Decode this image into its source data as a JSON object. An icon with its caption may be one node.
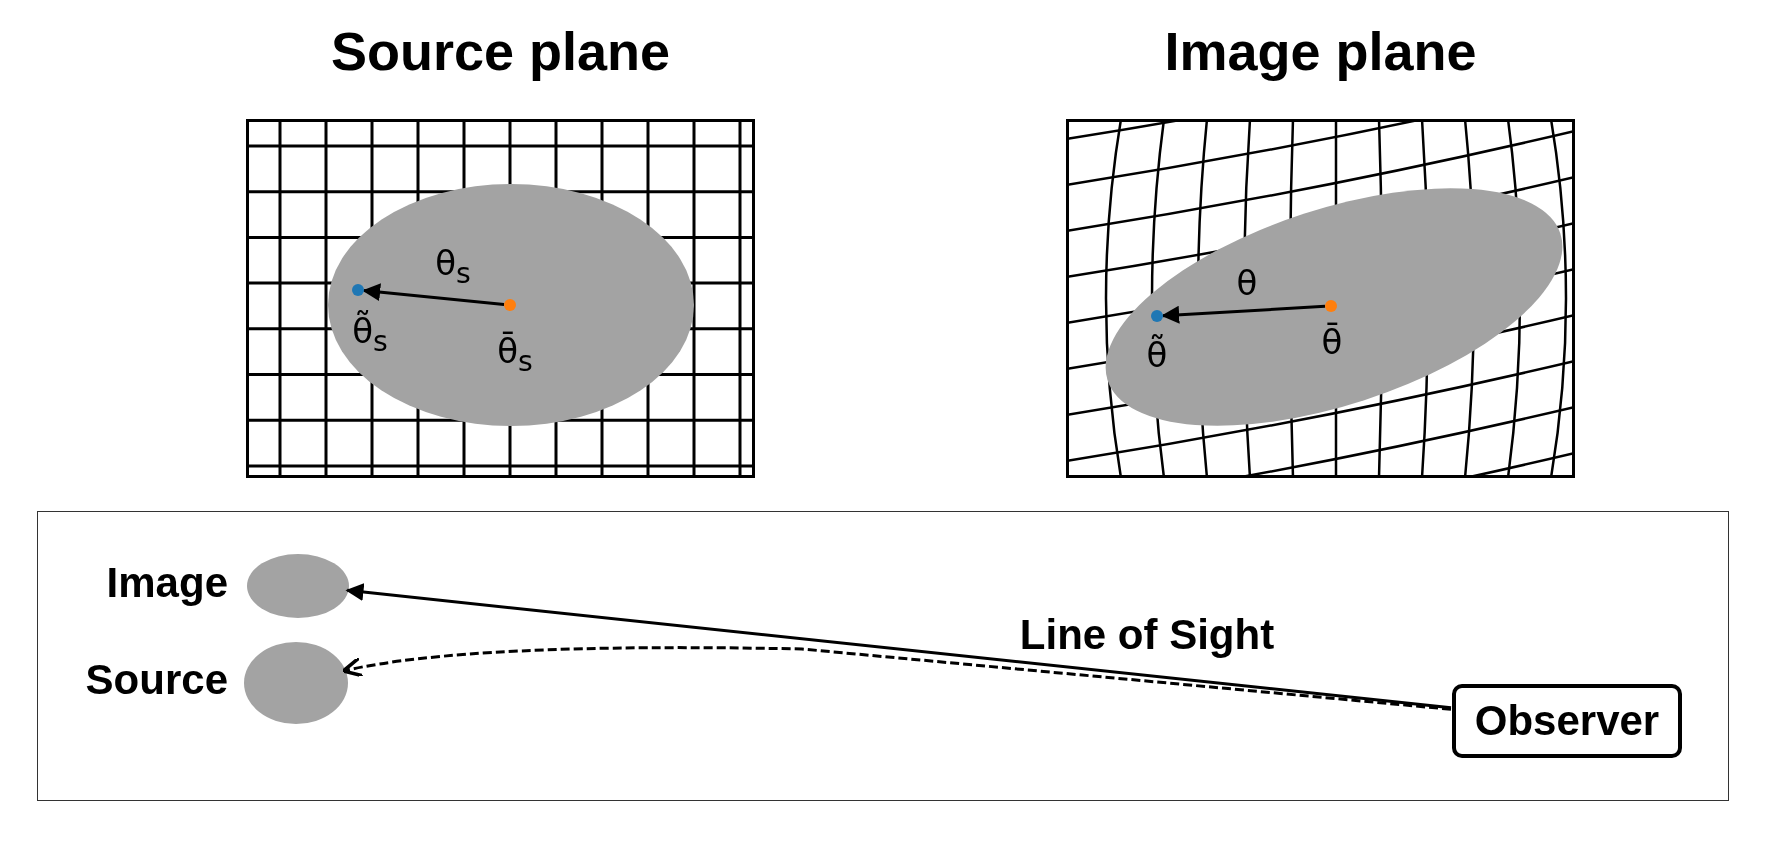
{
  "diagram": {
    "nodes": [
      {
        "text": [
          "Source plane"
        ]
      },
      {
        "text": [],
        "shape": "circle",
        "beside": [
          "θ̃$_{s}$"
        ],
        "in": 0
      },
      {
        "text": [],
        "shape": "circle",
        "beside": [
          "θ̄$_{s}$"
        ],
        "in": 0
      },
      {
        "text": [
          "Image plane"
        ]
      },
      {
        "text": [],
        "shape": "circle",
        "beside": [
          "θ̃"
        ],
        "in": 3
      },
      {
        "text": [],
        "shape": "circle",
        "beside": [
          "θ̄"
        ],
        "in": 3
      },
      {
        "text": [],
        "shape": "box"
      },
      {
        "text": [],
        "shape": "ellipse",
        "beside": [
          "Image"
        ],
        "in": 6
      },
      {
        "text": [],
        "shape": "ellipse",
        "beside": [
          "Source"
        ],
        "in": 6
      },
      {
        "text": [
          "Observer"
        ],
        "in": 6
      }
    ],
    "edges": [
      {
        "from": 2,
        "to": 1,
        "arrow": "to",
        "label": "θ$_{s}$"
      },
      {
        "from": 5,
        "to": 4,
        "arrow": "to",
        "label": "θ"
      },
      {
        "from": 9,
        "to": 7,
        "arrow": "to",
        "label": "Line of Sight"
      },
      {
        "from": 9,
        "to": 8,
        "arrow": "to",
        "style": "dashed"
      }
    ]
  }
}
